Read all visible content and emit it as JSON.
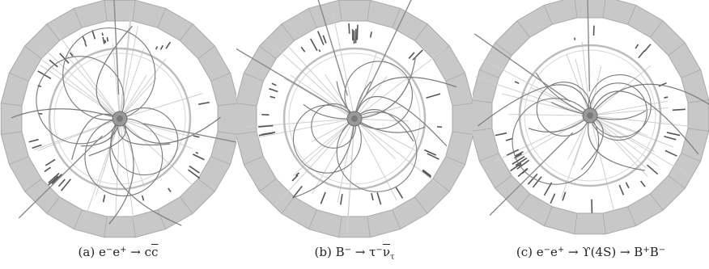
{
  "figure": {
    "panels": [
      {
        "caption": {
          "label": "(a)",
          "parts": [
            {
              "t": "e",
              "s": ""
            },
            {
              "t": "−",
              "s": "sup"
            },
            {
              "t": "e",
              "s": ""
            },
            {
              "t": "+",
              "s": "sup"
            },
            {
              "t": " → c",
              "s": ""
            },
            {
              "t": "c",
              "s": "overline"
            }
          ]
        }
      },
      {
        "caption": {
          "label": "(b)",
          "parts": [
            {
              "t": "B",
              "s": ""
            },
            {
              "t": "−",
              "s": "sup"
            },
            {
              "t": " → τ",
              "s": ""
            },
            {
              "t": "−",
              "s": "sup"
            },
            {
              "t": "ν",
              "s": "overline"
            },
            {
              "t": "τ",
              "s": "sub"
            }
          ]
        }
      },
      {
        "caption": {
          "label": "(c)",
          "parts": [
            {
              "t": "e",
              "s": ""
            },
            {
              "t": "−",
              "s": "sup"
            },
            {
              "t": "e",
              "s": ""
            },
            {
              "t": "+",
              "s": "sup"
            },
            {
              "t": " → ϒ(4S) → B",
              "s": ""
            },
            {
              "t": "+",
              "s": "sup"
            },
            {
              "t": "B",
              "s": ""
            },
            {
              "t": "−",
              "s": "sup"
            }
          ]
        }
      }
    ]
  },
  "colors": {
    "ring": "#c8c8c8",
    "ring_edge": "#a9a9a9",
    "tracks": "#7a7a7a",
    "faint_tracks": "#cfcfcf",
    "inner_circle": "#bdbdbd",
    "towers": "#555555"
  }
}
